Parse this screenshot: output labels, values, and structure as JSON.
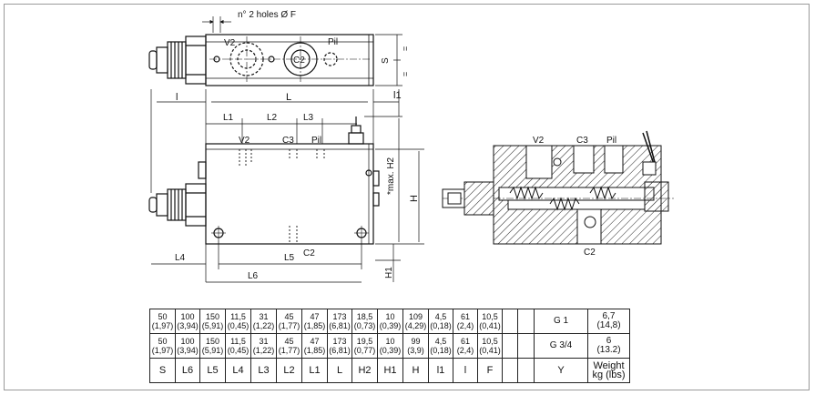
{
  "top_view": {
    "holes_note": "n° 2 holes Ø F",
    "port_v2": "V2",
    "port_c2": "C2",
    "port_pil": "Pil",
    "dim_s": "S",
    "dim_s_half_a": "=",
    "dim_s_half_b": "="
  },
  "side_view": {
    "dim_l": "L",
    "dim_l_small": "l",
    "dim_l1_right": "l1",
    "dim_L1": "L1",
    "dim_L2": "L2",
    "dim_L3": "L3",
    "port_v2": "V2",
    "port_c3": "C3",
    "port_pil": "Pil",
    "dim_h2": "*max. H2",
    "dim_h": "H",
    "port_c2": "C2",
    "dim_l4": "L4",
    "dim_l5": "L5",
    "dim_l6": "L6",
    "dim_h1": "H1"
  },
  "section_view": {
    "port_v2": "V2",
    "port_c3": "C3",
    "port_pil": "Pil",
    "port_c2": "C2"
  },
  "spec_table": {
    "rows": [
      {
        "cells": [
          [
            "50",
            "(1,97)"
          ],
          [
            "100",
            "(3,94)"
          ],
          [
            "150",
            "(5,91)"
          ],
          [
            "11,5",
            "(0,45)"
          ],
          [
            "31",
            "(1,22)"
          ],
          [
            "45",
            "(1,77)"
          ],
          [
            "47",
            "(1,85)"
          ],
          [
            "173",
            "(6,81)"
          ],
          [
            "18,5",
            "(0,73)"
          ],
          [
            "10",
            "(0,39)"
          ],
          [
            "109",
            "(4,29)"
          ],
          [
            "4,5",
            "(0,18)"
          ],
          [
            "61",
            "(2,4)"
          ],
          [
            "10,5",
            "(0,41)"
          ],
          [
            "",
            ""
          ],
          [
            "",
            ""
          ]
        ],
        "thread": "G 1",
        "weight": [
          "6,7",
          "(14,8)"
        ]
      },
      {
        "cells": [
          [
            "50",
            "(1,97)"
          ],
          [
            "100",
            "(3,94)"
          ],
          [
            "150",
            "(5,91)"
          ],
          [
            "11,5",
            "(0,45)"
          ],
          [
            "31",
            "(1,22)"
          ],
          [
            "45",
            "(1,77)"
          ],
          [
            "47",
            "(1,85)"
          ],
          [
            "173",
            "(6,81)"
          ],
          [
            "19,5",
            "(0,77)"
          ],
          [
            "10",
            "(0,39)"
          ],
          [
            "99",
            "(3,9)"
          ],
          [
            "4,5",
            "(0,18)"
          ],
          [
            "61",
            "(2,4)"
          ],
          [
            "10,5",
            "(0,41)"
          ],
          [
            "",
            ""
          ],
          [
            "",
            ""
          ]
        ],
        "thread": "G 3/4",
        "weight": [
          "6",
          "(13.2)"
        ]
      }
    ],
    "labels": [
      "S",
      "L6",
      "L5",
      "L4",
      "L3",
      "L2",
      "L1",
      "L",
      "H2",
      "H1",
      "H",
      "l1",
      "l",
      "F",
      "",
      ""
    ],
    "label_thread": "Y",
    "label_weight": [
      "Weight",
      "kg (lbs)"
    ]
  }
}
